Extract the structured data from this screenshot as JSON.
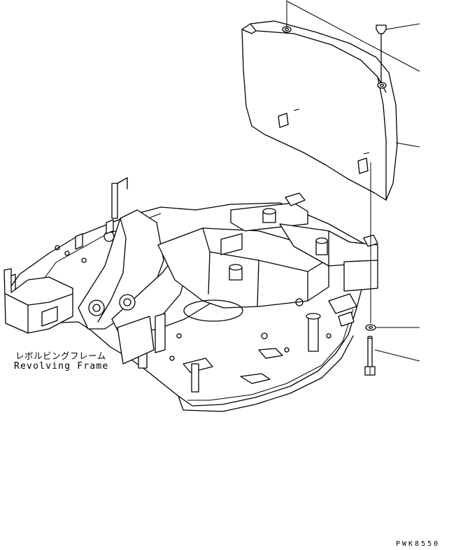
{
  "labels": {
    "frame_jp": "レボルビングフレーム",
    "frame_en": "Revolving Frame",
    "drawing_code": "PWK8550"
  },
  "parts": [
    {
      "name": "counterweight-cover"
    },
    {
      "name": "bolt-top"
    },
    {
      "name": "washer"
    },
    {
      "name": "bolt-bottom"
    },
    {
      "name": "revolving-frame"
    }
  ]
}
